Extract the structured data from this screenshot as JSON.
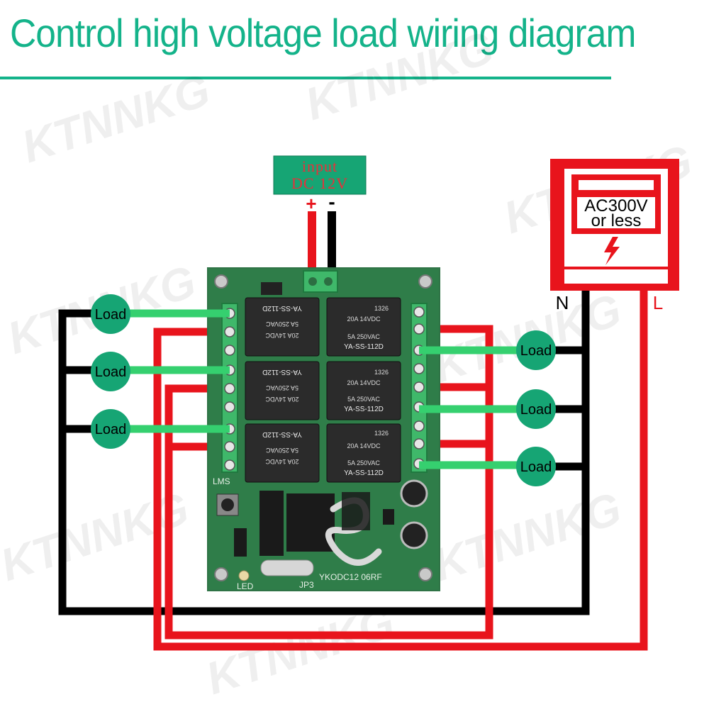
{
  "title": "Control high voltage load wiring diagram",
  "watermark": "KTNNKG",
  "input": {
    "line1": "input",
    "line2": "DC 12V",
    "plus": "+",
    "minus": "-"
  },
  "meter": {
    "line1": "AC300V",
    "line2": "or less"
  },
  "terminals": {
    "neutral": "N",
    "live": "L"
  },
  "loads": [
    "Load",
    "Load",
    "Load",
    "Load",
    "Load",
    "Load"
  ],
  "relay": {
    "model": "YA-SS-112D",
    "rating_high": "20A 14VDC",
    "rating_low": "5A 250VAC",
    "code": "1326"
  },
  "board": {
    "model": "YKODC12 06RF",
    "led": "LED",
    "jp3": "JP3",
    "lms": "LMS"
  },
  "colors": {
    "accent": "#14b38a",
    "live_wire": "#e8141c",
    "neutral_wire": "#000000",
    "load_wire": "#35d06f",
    "load_node": "#16a574",
    "board": "#2f7d49"
  }
}
